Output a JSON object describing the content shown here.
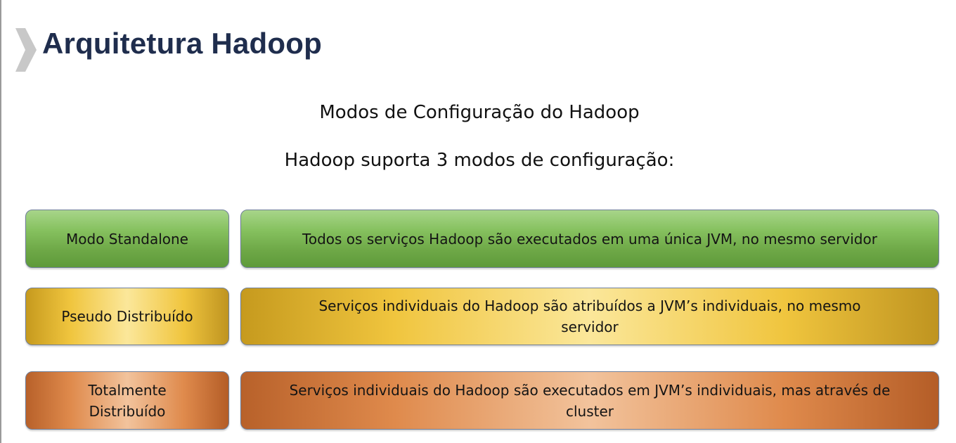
{
  "slide": {
    "title": "Arquitetura Hadoop",
    "subtitle_1": "Modos de Configuração do Hadoop",
    "subtitle_2": "Hadoop suporta 3 modos de configuração:"
  },
  "modes": [
    {
      "label": "Modo Standalone",
      "description": "Todos os serviços Hadoop são executados em uma única JVM, no mesmo servidor",
      "color": "#78b251"
    },
    {
      "label": "Pseudo Distribuído",
      "description": "Serviços individuais do Hadoop são atribuídos a JVM’s individuais, no mesmo servidor",
      "color": "#f0c53e"
    },
    {
      "label": "Totalmente Distribuído",
      "description": "Serviços individuais do Hadoop são executados em JVM’s individuais, mas através de cluster",
      "color": "#df8a4c"
    }
  ],
  "colors": {
    "title": "#1f2d4d",
    "chevron": "#c8c8c8",
    "box_border": "#6f7f9a"
  }
}
